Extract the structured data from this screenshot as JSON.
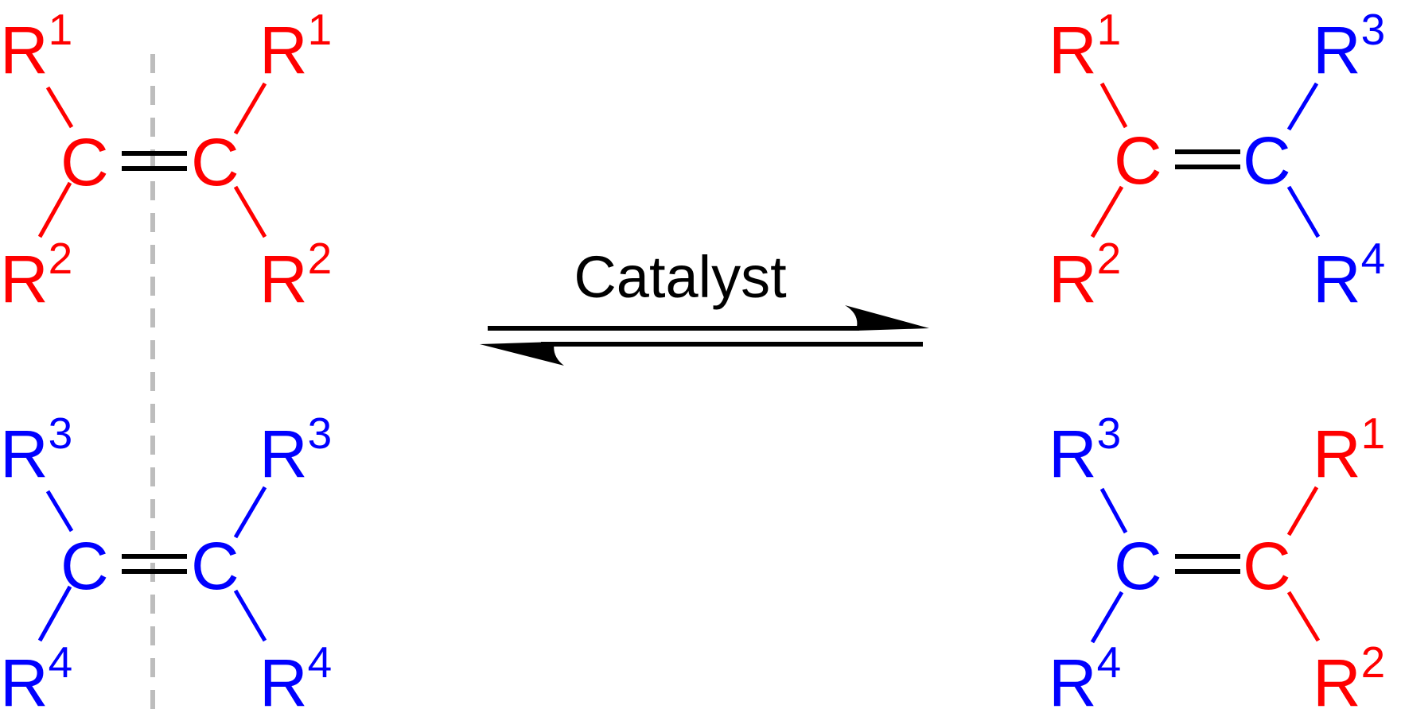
{
  "colors": {
    "red": "#ff0000",
    "blue": "#0000ff",
    "black": "#000000",
    "divider": "#bdbdbd"
  },
  "reaction": {
    "condition": "Catalyst"
  },
  "molecules": [
    {
      "name": "reactant-top",
      "left": {
        "atom": "C",
        "upper": "R",
        "upper_sup": "1",
        "lower": "R",
        "lower_sup": "2"
      },
      "right": {
        "atom": "C",
        "upper": "R",
        "upper_sup": "1",
        "lower": "R",
        "lower_sup": "2"
      }
    },
    {
      "name": "reactant-bottom",
      "left": {
        "atom": "C",
        "upper": "R",
        "upper_sup": "3",
        "lower": "R",
        "lower_sup": "4"
      },
      "right": {
        "atom": "C",
        "upper": "R",
        "upper_sup": "3",
        "lower": "R",
        "lower_sup": "4"
      }
    },
    {
      "name": "product-top",
      "left": {
        "atom": "C",
        "upper": "R",
        "upper_sup": "1",
        "lower": "R",
        "lower_sup": "2"
      },
      "right": {
        "atom": "C",
        "upper": "R",
        "upper_sup": "3",
        "lower": "R",
        "lower_sup": "4"
      }
    },
    {
      "name": "product-bottom",
      "left": {
        "atom": "C",
        "upper": "R",
        "upper_sup": "3",
        "lower": "R",
        "lower_sup": "4"
      },
      "right": {
        "atom": "C",
        "upper": "R",
        "upper_sup": "1",
        "lower": "R",
        "lower_sup": "2"
      }
    }
  ]
}
